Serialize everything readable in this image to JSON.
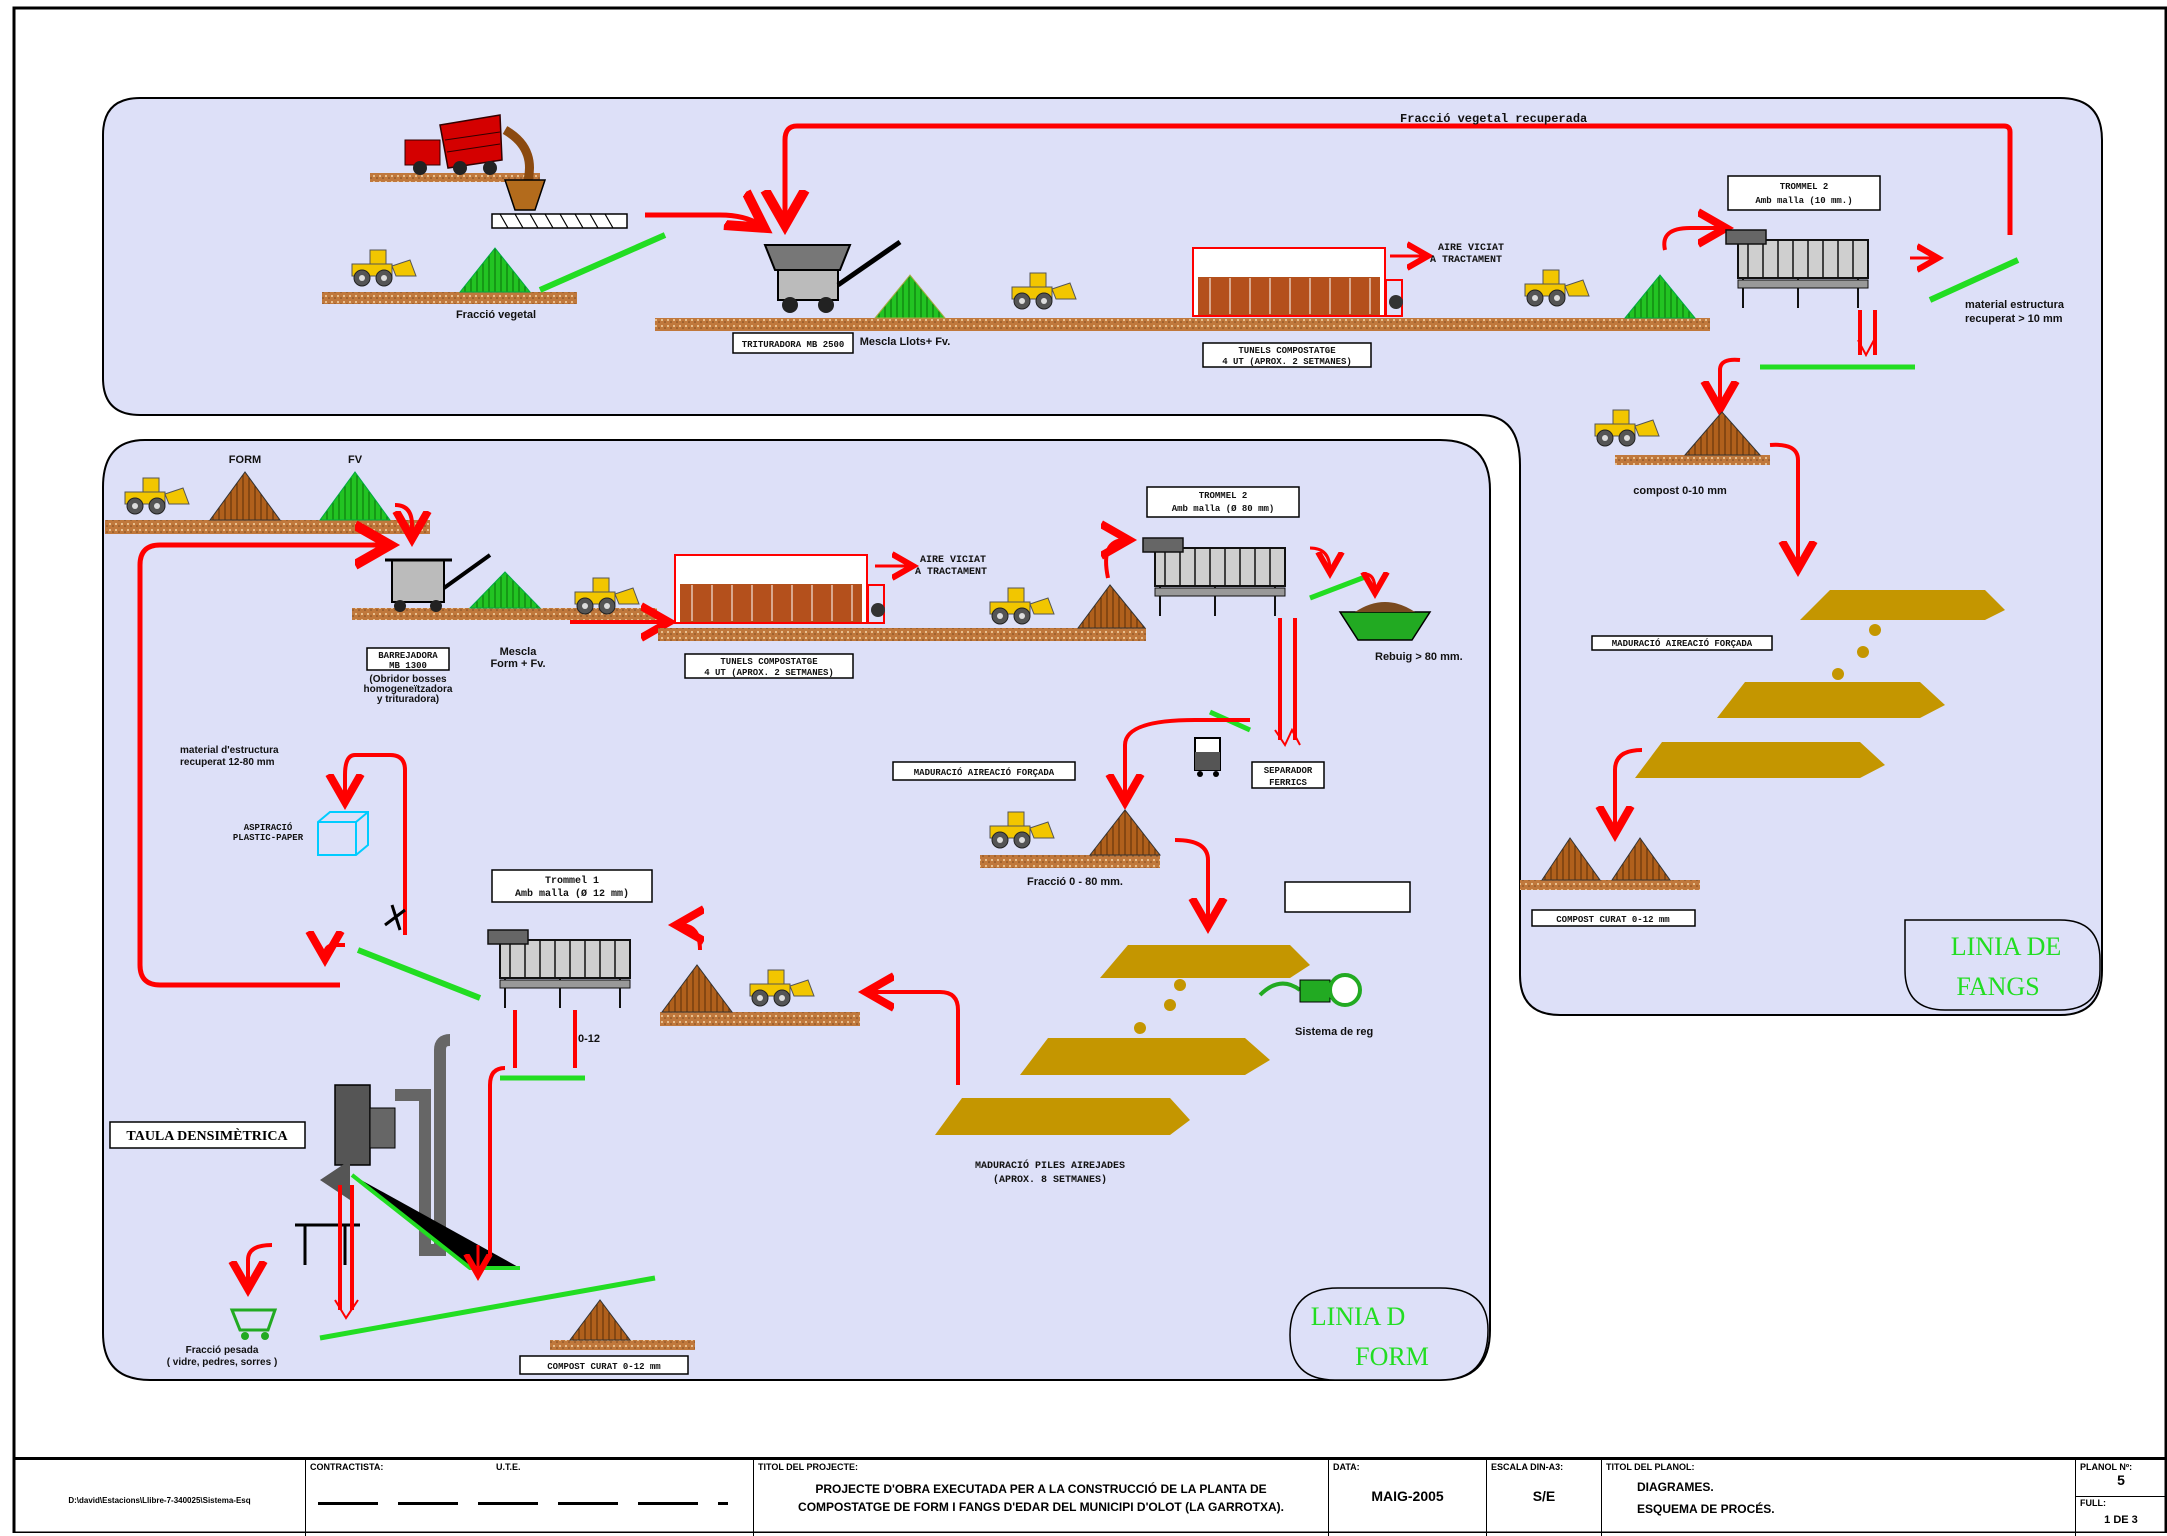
{
  "diagram": {
    "top_line": {
      "return_label": "Fracció vegetal recuperada",
      "fraction_label": "Fracció vegetal",
      "shredder_label": "TRITURADORA MB 2500",
      "mix_label": "Mescla Llots+ Fv.",
      "tunnel_label_1": "TUNELS COMPOSTATGE",
      "tunnel_label_2": "4 UT (APROX. 2 SETMANES)",
      "air_label_1": "AIRE VICIAT",
      "air_label_2": "A TRACTAMENT",
      "trommel_label_1": "TROMMEL 2",
      "trommel_label_2": "Amb malla (10 mm.)",
      "structurant_1": "material estructura",
      "structurant_2": "recuperat > 10 mm"
    },
    "fangs_line": {
      "compost_label": "compost 0-10 mm",
      "maturation_label": "MADURACIÓ AIREACIÓ FORÇADA",
      "final_label": "COMPOST CURAT 0-12 mm",
      "title_1": "LINIA DE",
      "title_2": "FANGS"
    },
    "form_line": {
      "form_label": "FORM",
      "fv_label": "FV",
      "mixer_label_1": "BARREJADORA",
      "mixer_label_2": "MB 1300",
      "mixer_note_1": "(Obridor bosses",
      "mixer_note_2": "homogeneïtzadora",
      "mixer_note_3": "y trituradora)",
      "mix_label_1": "Mescla",
      "mix_label_2": "Form + Fv.",
      "tunnel_label_1": "TUNELS COMPOSTATGE",
      "tunnel_label_2": "4 UT (APROX. 2 SETMANES)",
      "air_label_1": "AIRE VICIAT",
      "air_label_2": "A TRACTAMENT",
      "trommel2_label_1": "TROMMEL 2",
      "trommel2_label_2": "Amb malla (Ø 80 mm)",
      "reject_label": "Rebuig > 80 mm.",
      "separator_label_1": "SEPARADOR",
      "separator_label_2": "FERRICS",
      "maturation_label": "MADURACIÓ AIREACIÓ FORÇADA",
      "fraction_label": "Fracció 0 - 80 mm.",
      "irrigation_label": "Sistema de reg",
      "piles_label_1": "MADURACIÓ PILES AIREJADES",
      "piles_label_2": "(APROX. 8 SETMANES)",
      "structurant_1": "material d'estructura",
      "structurant_2": "recuperat 12-80 mm",
      "aspiration_1": "ASPIRACIÓ",
      "aspiration_2": "PLASTIC-PAPER",
      "trommel1_label_1": "Trommel 1",
      "trommel1_label_2": "Amb malla (Ø 12 mm)",
      "fraction_012": "0-12",
      "density_table": "TAULA DENSIMÈTRICA",
      "heavy_1": "Fracció pesada",
      "heavy_2": "( vidre, pedres, sorres )",
      "final_label": "COMPOST CURAT 0-12 mm",
      "title_1": "LINIA D",
      "title_2": "FORM"
    }
  },
  "title_block": {
    "file_path": "D:\\david\\Estacions\\Llibre-7-340025\\Sistema-Esq",
    "contractor_head": "CONTRACTISTA:",
    "ute_head": "U.T.E.",
    "project_head": "TITOL DEL PROJECTE:",
    "project_line_1": "PROJECTE D'OBRA EXECUTADA PER A LA CONSTRUCCIÓ DE LA PLANTA DE",
    "project_line_2": "COMPOSTATGE DE FORM I FANGS D'EDAR DEL MUNICIPI D'OLOT (LA GARROTXA).",
    "date_head": "DATA:",
    "date_value": "MAIG-2005",
    "scale_head": "ESCALA DIN-A3:",
    "scale_value": "S/E",
    "plan_title_head": "TITOL DEL PLANOL:",
    "plan_title_1": "DIAGRAMES.",
    "plan_title_2": "ESQUEMA DE PROCÉS.",
    "plan_no_head": "PLANOL Nº:",
    "plan_no_value": "5",
    "sheet_head": "FULL:",
    "sheet_value": "1 DE 3"
  }
}
